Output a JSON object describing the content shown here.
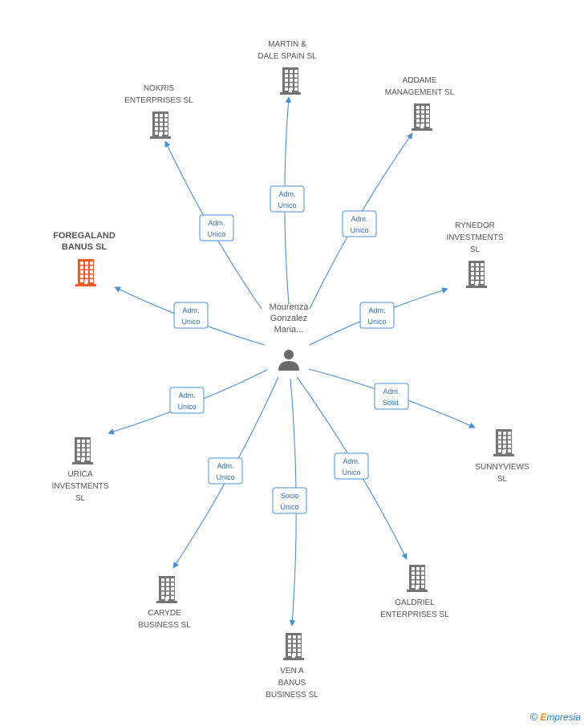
{
  "center": {
    "name_lines": [
      "Mourenza",
      "Gonzalez",
      "Maria..."
    ],
    "icon": "person-icon"
  },
  "colors": {
    "edge": "#4a8fd6",
    "company": "#757575",
    "highlight": "#f05a28"
  },
  "companies": [
    {
      "id": "martin",
      "label_lines": [
        "MARTIN &",
        "DALE SPAIN SL"
      ],
      "relation": [
        "Adm.",
        "Unico"
      ],
      "highlight": false
    },
    {
      "id": "nokris",
      "label_lines": [
        "NOKRIS",
        "ENTERPRISES SL"
      ],
      "relation": [
        "Adm.",
        "Unico"
      ],
      "highlight": false
    },
    {
      "id": "addame",
      "label_lines": [
        "ADDAME",
        "MANAGEMENT SL"
      ],
      "relation": [
        "Adm.",
        "Unico"
      ],
      "highlight": false
    },
    {
      "id": "foregaland",
      "label_lines": [
        "FOREGALAND",
        "BANUS SL"
      ],
      "relation": [
        "Adm.",
        "Unico"
      ],
      "highlight": true
    },
    {
      "id": "rynedor",
      "label_lines": [
        "RYNEDOR",
        "INVESTMENTS",
        "SL"
      ],
      "relation": [
        "Adm.",
        "Unico"
      ],
      "highlight": false
    },
    {
      "id": "sunnyviews",
      "label_lines": [
        "SUNNYVIEWS",
        "SL"
      ],
      "relation": [
        "Adm.",
        "Solid."
      ],
      "highlight": false
    },
    {
      "id": "urica",
      "label_lines": [
        "URICA",
        "INVESTMENTS",
        "SL"
      ],
      "relation": [
        "Adm.",
        "Unico"
      ],
      "highlight": false
    },
    {
      "id": "caryde",
      "label_lines": [
        "CARYDE",
        "BUSINESS  SL"
      ],
      "relation": [
        "Adm.",
        "Unico"
      ],
      "highlight": false
    },
    {
      "id": "venabanus",
      "label_lines": [
        "VEN A",
        "BANUS",
        "BUSINESS SL"
      ],
      "relation": [
        "Socio",
        "Único"
      ],
      "highlight": false
    },
    {
      "id": "galdriel",
      "label_lines": [
        "GALDRIEL",
        "ENTERPRISES SL"
      ],
      "relation": [
        "Adm.",
        "Unico"
      ],
      "highlight": false
    }
  ],
  "footer": {
    "copyright": "©",
    "brand_initial": "E",
    "brand_rest": "mpresia"
  }
}
